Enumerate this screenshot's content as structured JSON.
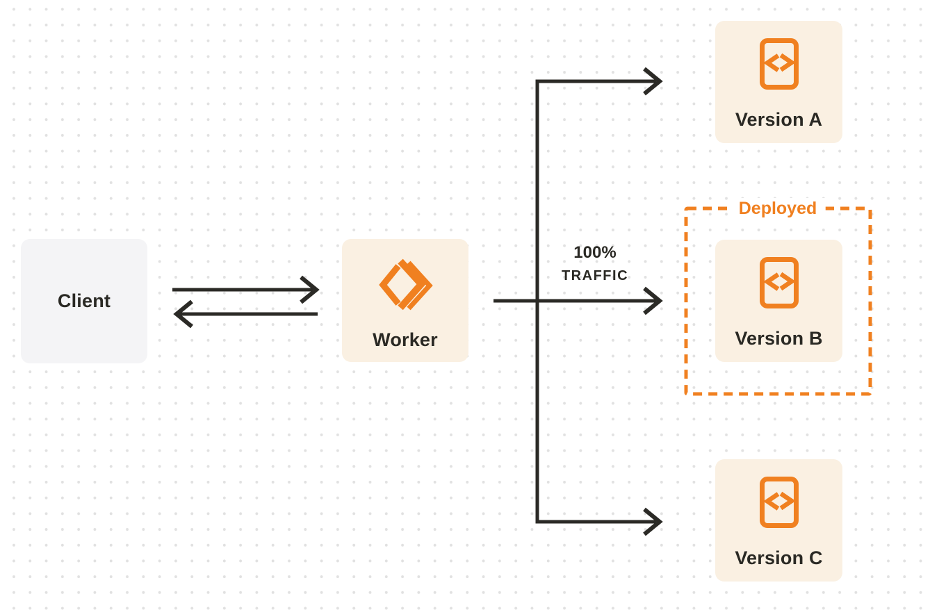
{
  "nodes": {
    "client": {
      "label": "Client"
    },
    "worker": {
      "label": "Worker",
      "icon": "cloudflare-workers-logo"
    },
    "versions": [
      {
        "label": "Version A",
        "icon": "code-file-icon"
      },
      {
        "label": "Version B",
        "icon": "code-file-icon",
        "status": "Deployed"
      },
      {
        "label": "Version C",
        "icon": "code-file-icon"
      }
    ]
  },
  "labels": {
    "deployed": "Deployed",
    "traffic_percent": "100%",
    "traffic_word": "TRAFFIC"
  },
  "edges": [
    {
      "from": "Client",
      "to": "Worker",
      "direction": "bidirectional"
    },
    {
      "from": "Worker",
      "to": "Version A",
      "direction": "forward"
    },
    {
      "from": "Worker",
      "to": "Version B",
      "direction": "forward",
      "label": "100% TRAFFIC"
    },
    {
      "from": "Worker",
      "to": "Version C",
      "direction": "forward"
    }
  ],
  "colors": {
    "accent_orange": "#F08020",
    "card_cream": "#FAF0E2",
    "client_gray": "#F4F4F6",
    "ink": "#2A2924",
    "background": "#FFFFFF",
    "dot_gray": "#E1E1E1"
  }
}
